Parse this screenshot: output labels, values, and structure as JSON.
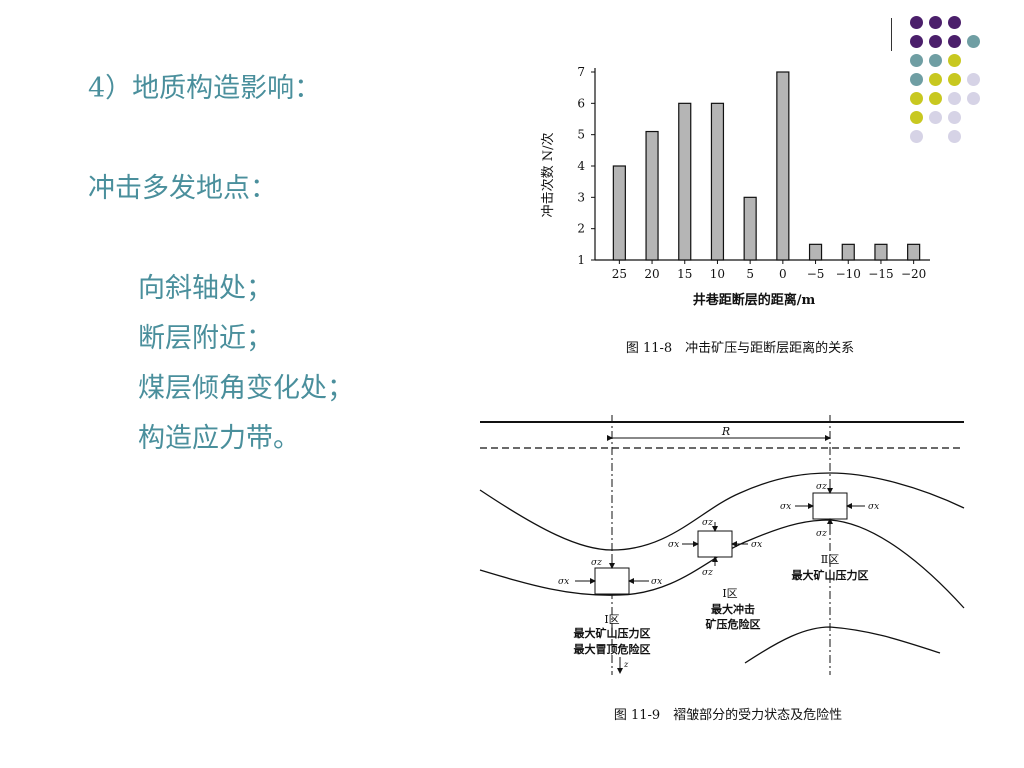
{
  "slide": {
    "heading": "4）地质构造影响：",
    "subheading": "冲击多发地点：",
    "items": [
      "向斜轴处；",
      "断层附近；",
      "煤层倾角变化处；",
      "构造应力带。"
    ]
  },
  "decoration": {
    "colors": {
      "purple": "#4b1f6b",
      "teal": "#6f9ea3",
      "yellow": "#c8c820",
      "lavender": "#d6d3e6"
    }
  },
  "chart_data": {
    "type": "bar",
    "categories": [
      "25",
      "20",
      "15",
      "10",
      "5",
      "0",
      "−5",
      "−10",
      "−15",
      "−20"
    ],
    "values": [
      4,
      5.1,
      6,
      6,
      3,
      7,
      1.5,
      1.5,
      1.5,
      1.5
    ],
    "ylabel": "冲击次数 N/次",
    "xlabel": "井巷距断层的距离/m",
    "yticks": [
      "1",
      "2",
      "3",
      "4",
      "5",
      "6",
      "7"
    ],
    "ylim": [
      1,
      7
    ],
    "caption": "图 11-8　冲击矿压与距断层距离的关系",
    "bar_color": "#b5b5b5"
  },
  "diagram": {
    "r_label": "R",
    "sigma_z": "σz",
    "sigma_x": "σx",
    "zone1_roman": "Ⅰ区",
    "zone1_line1": "最大矿山压力区",
    "zone1_line2": "最大冒顶危险区",
    "zone_mid_roman": "Ⅰ区",
    "zone_mid_line1": "最大冲击",
    "zone_mid_line2": "矿压危险区",
    "zone2_roman": "Ⅱ区",
    "zone2_line1": "最大矿山压力区",
    "z_label": "z",
    "caption": "图 11-9　褶皱部分的受力状态及危险性"
  }
}
